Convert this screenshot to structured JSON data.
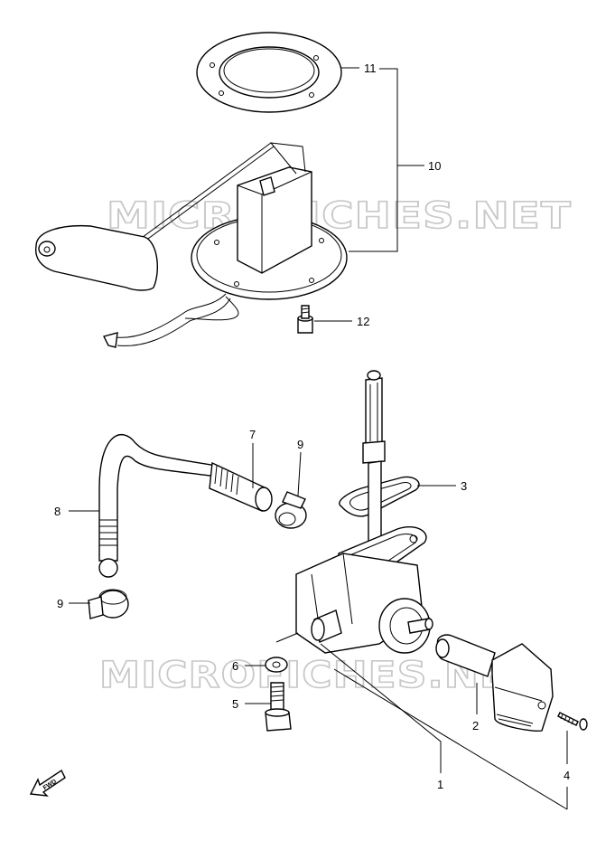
{
  "watermark": "MICROFICHES.NET",
  "fwd_label": "FWD",
  "callouts": {
    "c1": "1",
    "c2": "2",
    "c3": "3",
    "c4": "4",
    "c5": "5",
    "c6": "6",
    "c7": "7",
    "c8": "8",
    "c9a": "9",
    "c9b": "9",
    "c10": "10",
    "c11": "11",
    "c12": "12"
  }
}
